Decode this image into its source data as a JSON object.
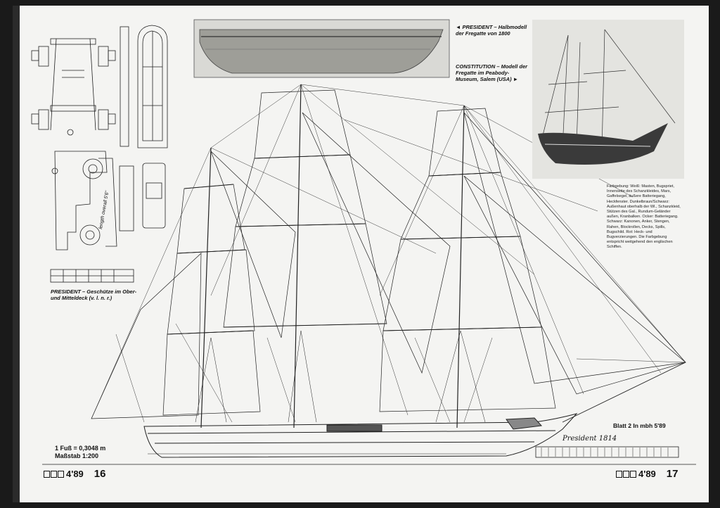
{
  "captions": {
    "president_half_model": "◄ PRESIDENT – Halbmodell der Fregatte von 1800",
    "constitution_model": "CONSTITUTION – Modell der Fregatte im Peabody-Museum, Salem (USA) ►",
    "guns": "PRESIDENT – Geschütze im Ober- und Mitteldeck (v. l. n. r.)"
  },
  "colour_notes": "Farbgebung: Weiß: Masten, Bugspriet, Innenseite des Schanzkleides, Mars, Gaffelsegel, äußere Batteriegang, Heckfenster. Dunkelbraun/Schwarz: Außenhaut oberhalb der Wl., Schanzkleid, Stützen des Gal., Rundum-Geländer außen, Kranbalken. Ocker: Batteriegang. Schwarz: Kanonen, Anker, Stengen, Rahen, Blockrollen, Decks, Spills, Bugschild. Rot: Heck- und Bugverzierungen. Die Farbgebung entspricht weitgehend den englischen Schiffen.",
  "scale_note": {
    "line1": "1 Fuß = 0,3048 m",
    "line2": "Maßstab 1:200"
  },
  "sheet_note": "Blatt 2 In mbh 5'89",
  "ship_signature": "President 1814",
  "drawing_labels": {
    "length": "length overall 5'6\""
  },
  "footer": {
    "left": {
      "issue": "4'89",
      "page": "16"
    },
    "right": {
      "issue": "4'89",
      "page": "17"
    }
  }
}
